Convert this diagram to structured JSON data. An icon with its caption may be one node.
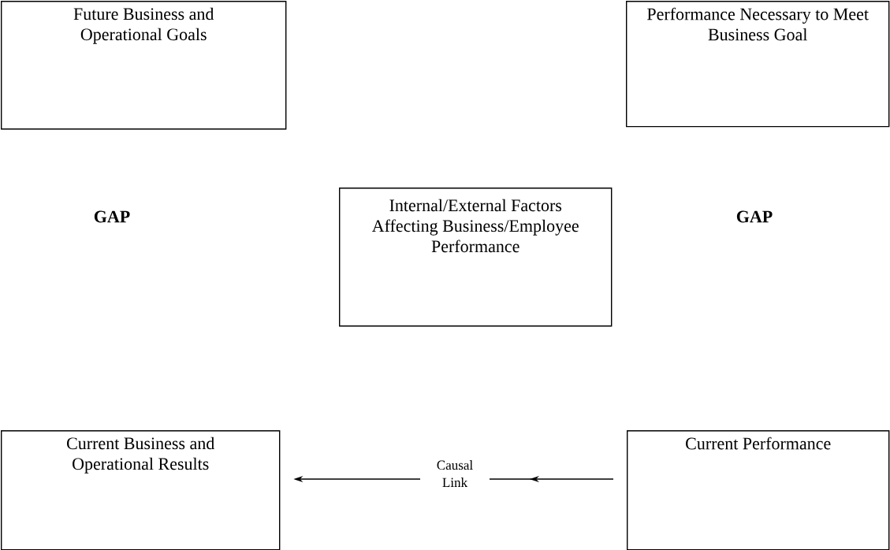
{
  "diagram": {
    "nodes": [
      {
        "text": [
          "Future Business and Operational Goals"
        ]
      },
      {
        "text": [
          "Performance Necessary to Meet Business Goal"
        ]
      },
      {
        "text": [
          "Internal/External Factors Affecting Business/Employee Performance"
        ]
      },
      {
        "text": [
          "Current Business and Operational Results"
        ]
      },
      {
        "text": [
          "Current Performance"
        ]
      }
    ],
    "edges": [
      {
        "from": 4,
        "to": 3,
        "arrow": "to",
        "label": "Causal Link"
      }
    ],
    "labels": [
      "GAP",
      "GAP"
    ]
  }
}
